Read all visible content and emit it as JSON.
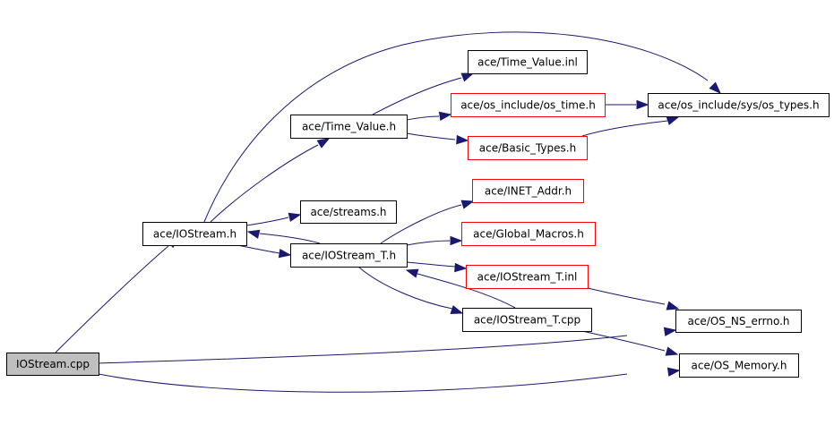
{
  "graph": {
    "title": "Include dependency graph for IOStream.cpp",
    "colors": {
      "edge": "#191970",
      "node_border": "#000000",
      "missing_border": "#ff0000",
      "root_fill": "#bfbfbf",
      "node_fill": "#ffffff"
    },
    "nodes": [
      {
        "id": "iostream_cpp",
        "label": "IOStream.cpp",
        "kind": "root"
      },
      {
        "id": "iostream_h",
        "label": "ace/IOStream.h",
        "kind": "normal"
      },
      {
        "id": "time_value_h",
        "label": "ace/Time_Value.h",
        "kind": "normal"
      },
      {
        "id": "streams_h",
        "label": "ace/streams.h",
        "kind": "normal"
      },
      {
        "id": "iostream_t_h",
        "label": "ace/IOStream_T.h",
        "kind": "normal"
      },
      {
        "id": "time_value_inl",
        "label": "ace/Time_Value.inl",
        "kind": "normal"
      },
      {
        "id": "os_time_h",
        "label": "ace/os_include/os_time.h",
        "kind": "missing"
      },
      {
        "id": "basic_types_h",
        "label": "ace/Basic_Types.h",
        "kind": "missing"
      },
      {
        "id": "os_types_h",
        "label": "ace/os_include/sys/os_types.h",
        "kind": "normal"
      },
      {
        "id": "inet_addr_h",
        "label": "ace/INET_Addr.h",
        "kind": "missing"
      },
      {
        "id": "global_macros_h",
        "label": "ace/Global_Macros.h",
        "kind": "missing"
      },
      {
        "id": "iostream_t_inl",
        "label": "ace/IOStream_T.inl",
        "kind": "missing"
      },
      {
        "id": "iostream_t_cpp",
        "label": "ace/IOStream_T.cpp",
        "kind": "normal"
      },
      {
        "id": "os_ns_errno_h",
        "label": "ace/OS_NS_errno.h",
        "kind": "normal"
      },
      {
        "id": "os_memory_h",
        "label": "ace/OS_Memory.h",
        "kind": "normal"
      }
    ],
    "edges": [
      {
        "from": "iostream_cpp",
        "to": "iostream_h"
      },
      {
        "from": "iostream_cpp",
        "to": "os_ns_errno_h"
      },
      {
        "from": "iostream_cpp",
        "to": "os_memory_h"
      },
      {
        "from": "iostream_h",
        "to": "time_value_h"
      },
      {
        "from": "iostream_h",
        "to": "os_types_h"
      },
      {
        "from": "iostream_h",
        "to": "streams_h"
      },
      {
        "from": "iostream_h",
        "to": "iostream_t_h"
      },
      {
        "from": "time_value_h",
        "to": "time_value_inl"
      },
      {
        "from": "time_value_h",
        "to": "os_time_h"
      },
      {
        "from": "time_value_h",
        "to": "basic_types_h"
      },
      {
        "from": "os_time_h",
        "to": "os_types_h"
      },
      {
        "from": "basic_types_h",
        "to": "os_types_h"
      },
      {
        "from": "iostream_t_h",
        "to": "iostream_h"
      },
      {
        "from": "iostream_t_h",
        "to": "inet_addr_h"
      },
      {
        "from": "iostream_t_h",
        "to": "global_macros_h"
      },
      {
        "from": "iostream_t_h",
        "to": "iostream_t_inl"
      },
      {
        "from": "iostream_t_h",
        "to": "iostream_t_cpp"
      },
      {
        "from": "iostream_t_cpp",
        "to": "iostream_t_h"
      },
      {
        "from": "iostream_t_cpp",
        "to": "os_memory_h"
      },
      {
        "from": "iostream_t_inl",
        "to": "os_ns_errno_h"
      }
    ]
  }
}
